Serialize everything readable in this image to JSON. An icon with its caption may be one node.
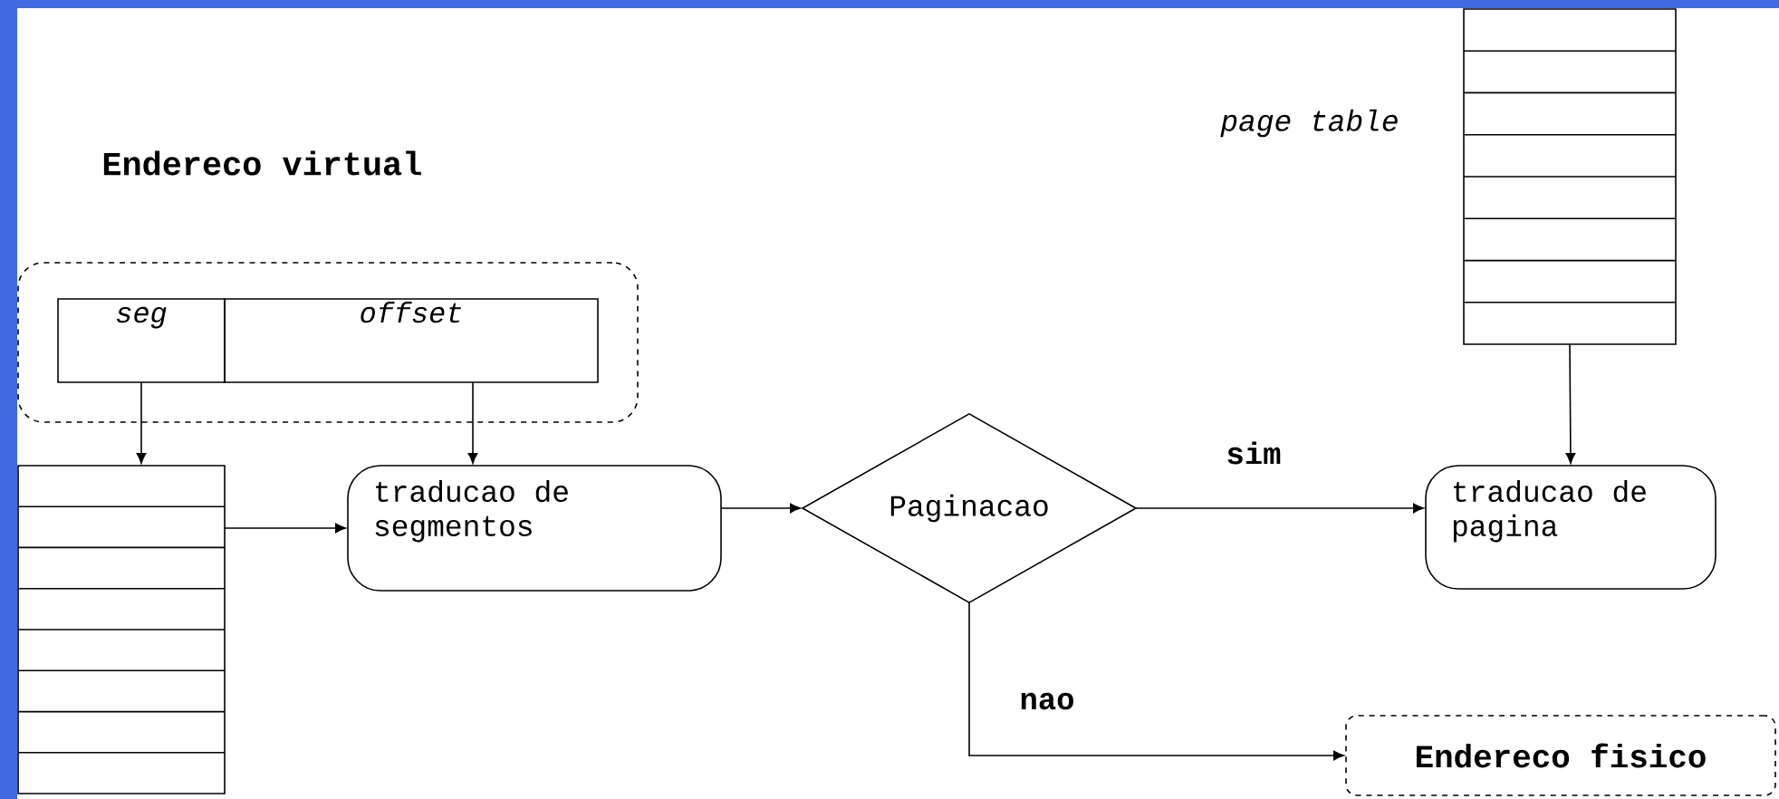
{
  "diagram": {
    "nodes": [
      {
        "text": [],
        "shape": "box"
      },
      {
        "text": [
          "seg"
        ],
        "in": 0
      },
      {
        "text": [
          "offset"
        ],
        "in": 0
      },
      {
        "text": [],
        "shape": "box"
      },
      {
        "text": [
          "traducao de segmentos"
        ]
      },
      {
        "text": [
          "Paginacao"
        ]
      },
      {
        "text": [],
        "shape": "box",
        "beside": [
          "page table"
        ]
      },
      {
        "text": [
          "traducao de pagina"
        ]
      },
      {
        "text": [
          "Endereco fisico"
        ]
      }
    ],
    "edges": [
      {
        "from": 1,
        "to": 3,
        "arrow": "to"
      },
      {
        "from": 2,
        "to": 4,
        "arrow": "to"
      },
      {
        "from": 3,
        "to": 4,
        "arrow": "to"
      },
      {
        "from": 4,
        "to": 5,
        "arrow": "to"
      },
      {
        "from": 5,
        "to": 7,
        "arrow": "to",
        "label": "sim"
      },
      {
        "from": 6,
        "to": 7,
        "arrow": "to"
      },
      {
        "from": 5,
        "to": 8,
        "arrow": "to",
        "label": "nao"
      }
    ],
    "labels": [
      "Endereco virtual"
    ]
  }
}
